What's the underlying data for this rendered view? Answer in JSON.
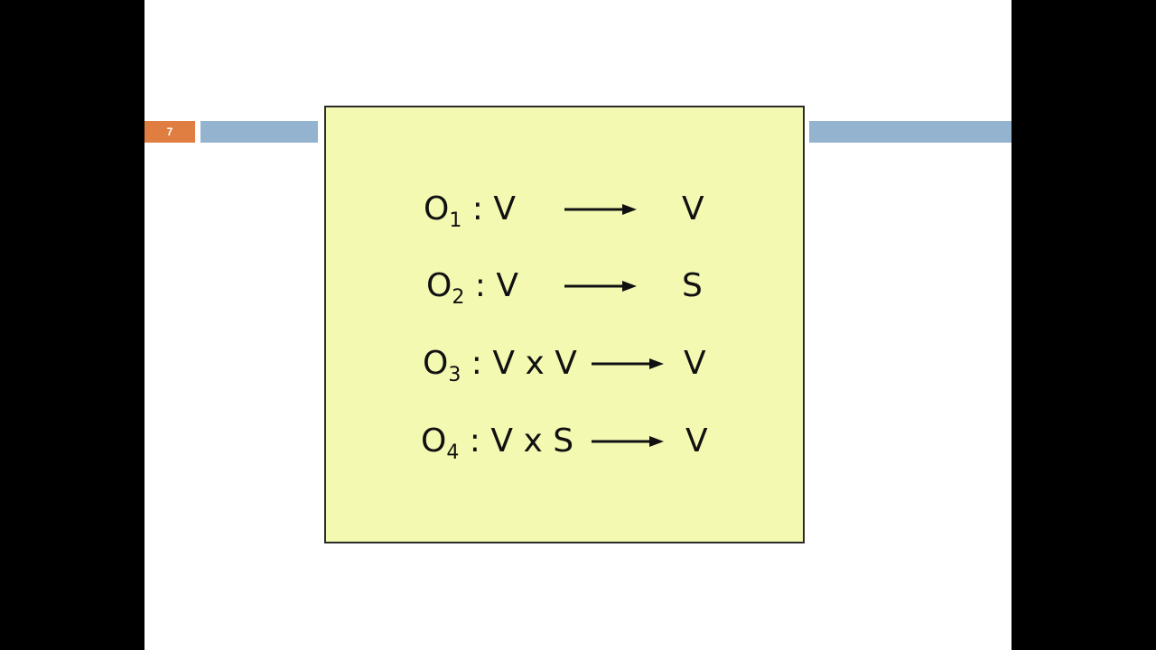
{
  "slide": {
    "number": "7",
    "colors": {
      "badge": "#e07e42",
      "bars": "#93b3cf",
      "box_fill": "#f4f9b2",
      "box_border": "#2a2a2a"
    },
    "operations": [
      {
        "name": "O",
        "index": "1",
        "domain": ": V",
        "codomain": "V"
      },
      {
        "name": "O",
        "index": "2",
        "domain": ": V",
        "codomain": "S"
      },
      {
        "name": "O",
        "index": "3",
        "domain": ": V x V",
        "codomain": "V"
      },
      {
        "name": "O",
        "index": "4",
        "domain": ": V x S",
        "codomain": "V"
      }
    ],
    "arrow_icon": "right-arrow-icon"
  }
}
